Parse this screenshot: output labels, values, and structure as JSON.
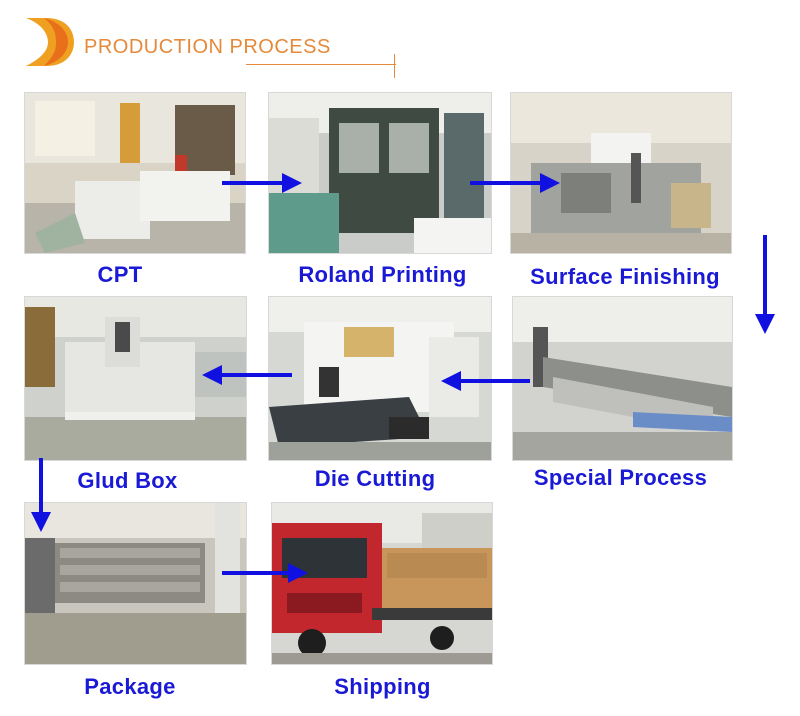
{
  "header": {
    "title": "PRODUCTION PROCESS"
  },
  "colors": {
    "accent": "#e58a3a",
    "label": "#1a1ad6",
    "arrow": "#1010e0"
  },
  "steps": [
    {
      "label": "CPT",
      "scene": "cpt-machine-photo"
    },
    {
      "label": "Roland Printing",
      "scene": "printing-press-photo"
    },
    {
      "label": "Surface Finishing",
      "scene": "coating-machine-photo"
    },
    {
      "label": "Special Process",
      "scene": "laminating-line-photo"
    },
    {
      "label": "Die Cutting",
      "scene": "die-cutting-machine-photo"
    },
    {
      "label": "Glud Box",
      "scene": "folder-gluer-photo"
    },
    {
      "label": "Package",
      "scene": "warehouse-pallets-photo"
    },
    {
      "label": "Shipping",
      "scene": "truck-loading-photo"
    }
  ]
}
